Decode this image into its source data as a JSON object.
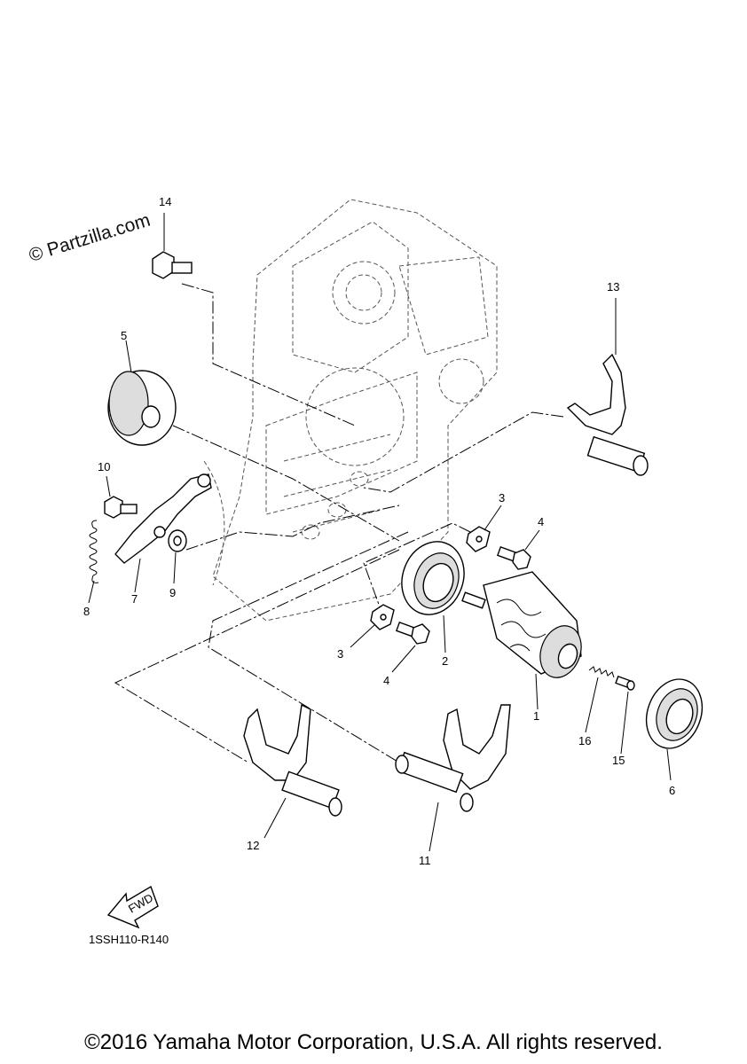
{
  "watermark": "© Partzilla.com",
  "diagram_code": "1SSH110-R140",
  "copyright": "©2016 Yamaha Motor Corporation, U.S.A. All rights reserved.",
  "fwd_label": "FWD",
  "callouts": {
    "c1": "1",
    "c2": "2",
    "c3a": "3",
    "c3b": "3",
    "c4a": "4",
    "c4b": "4",
    "c5": "5",
    "c6": "6",
    "c7": "7",
    "c8": "8",
    "c9": "9",
    "c10": "10",
    "c11": "11",
    "c12": "12",
    "c13": "13",
    "c14": "14",
    "c15": "15",
    "c16": "16"
  }
}
